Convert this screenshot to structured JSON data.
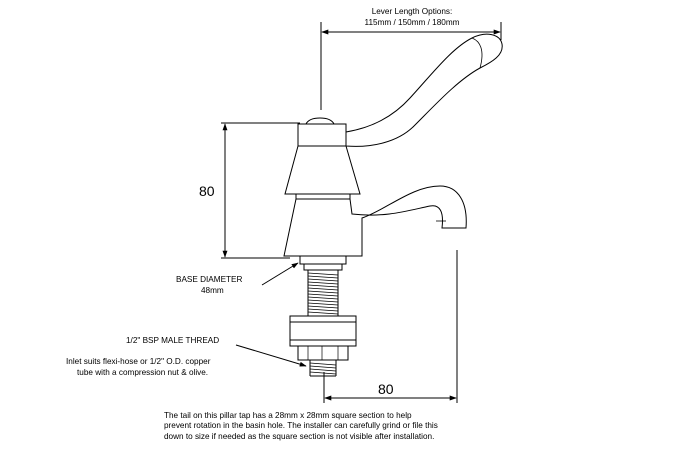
{
  "lever": {
    "title": "Lever Length Options:",
    "options": "115mm / 150mm / 180mm"
  },
  "height_dim": {
    "value": "80"
  },
  "reach_dim": {
    "value": "80"
  },
  "base": {
    "label": "BASE  DIAMETER",
    "value": "48mm"
  },
  "thread": {
    "label": "1/2\" BSP MALE THREAD"
  },
  "inlet": {
    "line1": "Inlet suits flexi-hose or 1/2\" O.D. copper",
    "line2": "tube with a compression nut & olive."
  },
  "note": {
    "line1": "The tail on this pillar tap has a 28mm x 28mm square section to help",
    "line2": "prevent rotation in the basin hole. The installer can carefully grind or file this",
    "line3": "down to size if needed as the square section is not visible after installation."
  }
}
